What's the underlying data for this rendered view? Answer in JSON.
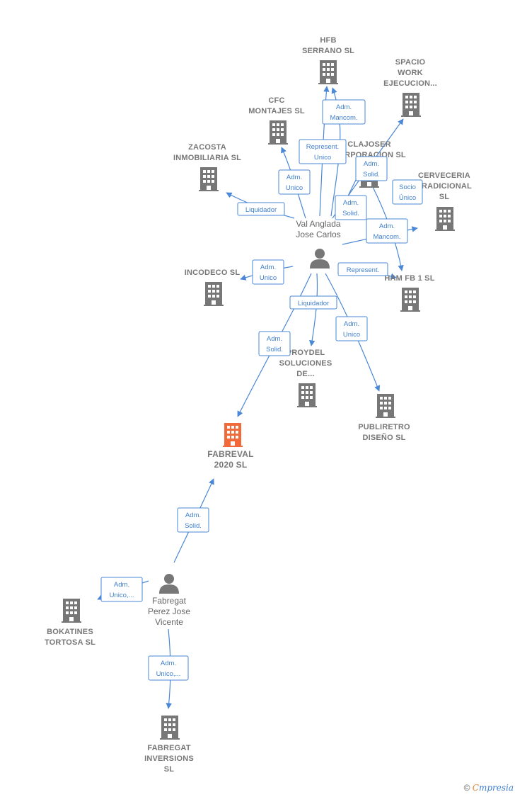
{
  "colors": {
    "edge": "#4a87d6",
    "building": "#777777",
    "focus": "#f26a3a",
    "person": "#777777"
  },
  "nodes": [
    {
      "id": "hfb",
      "type": "company",
      "lines": [
        "HFB",
        "SERRANO  SL"
      ],
      "icon": "building-icon"
    },
    {
      "id": "spacio",
      "type": "company",
      "lines": [
        "SPACIO",
        "WORK",
        "EJECUCION..."
      ],
      "icon": "building-icon"
    },
    {
      "id": "cfc",
      "type": "company",
      "lines": [
        "CFC",
        "MONTAJES  SL"
      ],
      "icon": "building-icon"
    },
    {
      "id": "clajoser",
      "type": "company",
      "lines": [
        "CLAJOSER",
        "CORPORACION SL"
      ],
      "icon": "building-icon"
    },
    {
      "id": "zacosta",
      "type": "company",
      "lines": [
        "ZACOSTA",
        "INMOBILIARIA SL"
      ],
      "icon": "building-icon"
    },
    {
      "id": "cerveceria",
      "type": "company",
      "lines": [
        "CERVECERIA",
        "TRADICIONAL",
        "SL"
      ],
      "icon": "building-icon"
    },
    {
      "id": "val",
      "type": "person",
      "lines": [
        "Val Anglada",
        "Jose Carlos"
      ],
      "icon": "person-icon"
    },
    {
      "id": "incodeco",
      "type": "company",
      "lines": [
        "INCODECO  SL"
      ],
      "icon": "building-icon"
    },
    {
      "id": "ham",
      "type": "company",
      "lines": [
        "HAM FB 1  SL"
      ],
      "icon": "building-icon"
    },
    {
      "id": "proydel",
      "type": "company",
      "lines": [
        "PROYDEL",
        "SOLUCIONES",
        "DE..."
      ],
      "icon": "building-icon"
    },
    {
      "id": "publiretro",
      "type": "company",
      "lines": [
        "PUBLIRETRO",
        "DISEÑO SL"
      ],
      "icon": "building-icon"
    },
    {
      "id": "fabreval",
      "type": "focus",
      "lines": [
        "FABREVAL",
        "2020  SL"
      ],
      "icon": "building-icon"
    },
    {
      "id": "fabregat_p",
      "type": "person",
      "lines": [
        "Fabregat",
        "Perez Jose",
        "Vicente"
      ],
      "icon": "person-icon"
    },
    {
      "id": "bokatines",
      "type": "company",
      "lines": [
        "BOKATINES",
        "TORTOSA  SL"
      ],
      "icon": "building-icon"
    },
    {
      "id": "fabregat_i",
      "type": "company",
      "lines": [
        "FABREGAT",
        "INVERSIONS",
        "SL"
      ],
      "icon": "building-icon"
    }
  ],
  "relations": [
    {
      "lines": [
        "Adm.",
        "Mancom."
      ]
    },
    {
      "lines": [
        "Represent.",
        "Unico"
      ]
    },
    {
      "lines": [
        "Adm.",
        "Solid."
      ]
    },
    {
      "lines": [
        "Adm.",
        "Unico"
      ]
    },
    {
      "lines": [
        "Socio",
        "Único"
      ]
    },
    {
      "lines": [
        "Liquidador"
      ]
    },
    {
      "lines": [
        "Adm.",
        "Solid."
      ]
    },
    {
      "lines": [
        "Adm.",
        "Mancom."
      ]
    },
    {
      "lines": [
        "Adm.",
        "Unico"
      ]
    },
    {
      "lines": [
        "Represent."
      ]
    },
    {
      "lines": [
        "Liquidador"
      ]
    },
    {
      "lines": [
        "Adm.",
        "Solid."
      ]
    },
    {
      "lines": [
        "Adm.",
        "Unico"
      ]
    },
    {
      "lines": [
        "Adm.",
        "Solid."
      ]
    },
    {
      "lines": [
        "Adm.",
        "Unico,..."
      ]
    },
    {
      "lines": [
        "Adm.",
        "Unico,..."
      ]
    }
  ],
  "footer": {
    "copyright": "©",
    "brand_first": "C",
    "brand_rest": "mpresia"
  }
}
